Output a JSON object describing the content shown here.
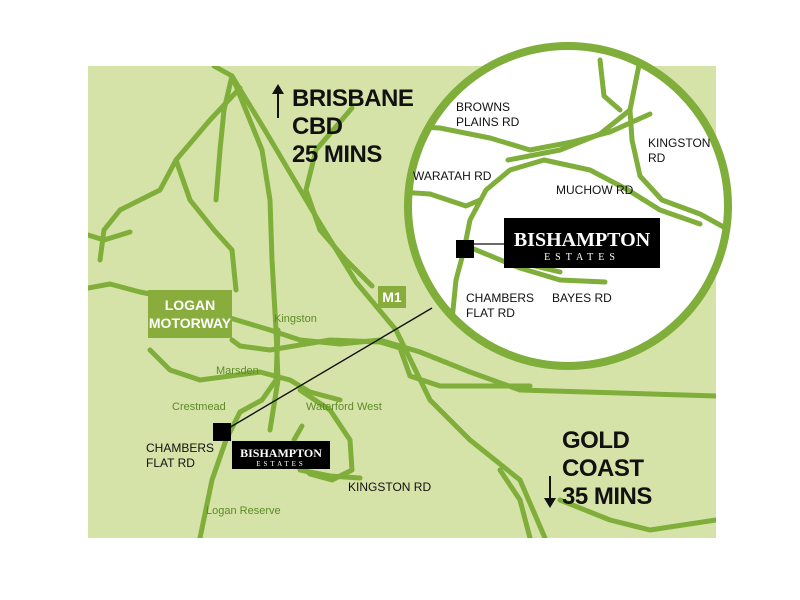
{
  "colors": {
    "map_background": "#d6e3a8",
    "road": "#7fae3a",
    "badge_green": "#88ad3c",
    "circle_border": "#7fae3a",
    "marker": "#000000",
    "logo_background": "#000000"
  },
  "main_map": {
    "directions": {
      "north": {
        "arrow": "↑",
        "line1": "BRISBANE",
        "line2": "CBD",
        "line3": "25 MINS"
      },
      "south": {
        "arrow": "↓",
        "line1": "GOLD",
        "line2": "COAST",
        "line3": "35 MINS"
      }
    },
    "motorway_badge": {
      "line1": "LOGAN",
      "line2": "MOTORWAY"
    },
    "highway_shield": "M1",
    "suburbs": [
      "Kingston",
      "Marsden",
      "Crestmead",
      "Waterford West",
      "Logan Reserve"
    ],
    "roads": {
      "chambers_line1": "CHAMBERS",
      "chambers_line2": "FLAT RD",
      "kingston_rd": "KINGSTON RD"
    },
    "logo": {
      "name": "BISHAMPTON",
      "sub": "ESTATES"
    }
  },
  "inset": {
    "roads": {
      "browns_line1": "BROWNS",
      "browns_line2": "PLAINS RD",
      "kingston_line1": "KINGSTON",
      "kingston_line2": "RD",
      "waratah": "WARATAH RD",
      "muchow": "MUCHOW RD",
      "chambers_line1": "CHAMBERS",
      "chambers_line2": "FLAT RD",
      "bayes": "BAYES RD"
    },
    "logo": {
      "name": "BISHAMPTON",
      "sub": "ESTATES"
    }
  }
}
